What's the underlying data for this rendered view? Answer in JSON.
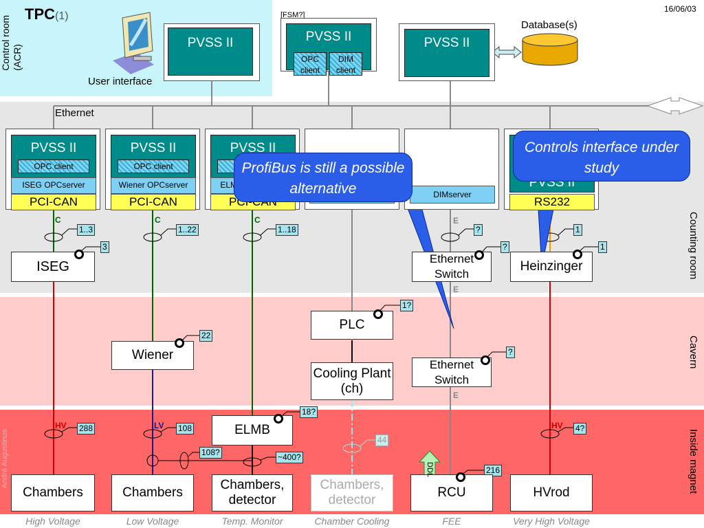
{
  "header": {
    "title": "TPC",
    "title_suffix": "(1)",
    "date": "16/06/03"
  },
  "zones": {
    "control_room": "Control room\n(ACR)",
    "counting_room": "Counting room",
    "cavern": "Cavern",
    "inside_magnet": "Inside magnet"
  },
  "top": {
    "user_interface": "User interface",
    "fsm": "[FSM?]",
    "pvss": "PVSS II",
    "opc_client_short": "OPC client",
    "dim_client": "DIM client",
    "database": "Database(s)",
    "ethernet": "Ethernet"
  },
  "crates": [
    {
      "pvss": "PVSS II",
      "opc": "OPC client",
      "server": "ISEG OPCserver",
      "bus": "PCI-CAN"
    },
    {
      "pvss": "PVSS II",
      "opc": "OPC client",
      "server": "Wiener OPCserver",
      "bus": "PCI-CAN"
    },
    {
      "pvss": "PVSS II",
      "opc": "OPC client",
      "server": "ELMB OPCserver",
      "bus": "PCI-CAN"
    },
    {
      "server": "DIMserver"
    },
    {
      "pvss": "PVSS II",
      "bus": "RS232"
    }
  ],
  "links": {
    "c": "C",
    "e": "E",
    "hv": "HV",
    "lv": "LV"
  },
  "counts": {
    "iseg_link": "1..3",
    "iseg_dev": "3",
    "wiener_link": "1..22",
    "wiener_dev": "22",
    "elmb_link": "1..18",
    "elmb_dev": "18?",
    "plc_dev": "1?",
    "eth_link": "?",
    "eth_sw1": "?",
    "eth_sw2": "?",
    "heinz_link": "1",
    "heinz_dev": "1",
    "hv_cables": "288",
    "lv_cables": "108",
    "lv_sub": "108?",
    "elmb_sensors": "~400?",
    "cool_cnt": "44",
    "rcu_dev": "216",
    "vhv": "4?"
  },
  "devices": {
    "iseg": "ISEG",
    "eth_switch": "Ethernet Switch",
    "heinzinger": "Heinzinger",
    "plc": "PLC",
    "wiener": "Wiener",
    "cooling": "Cooling Plant (ch)",
    "elmb": "ELMB",
    "chambers": "Chambers",
    "chambers_detector": "Chambers, detector",
    "rcu": "RCU",
    "hvrod": "HVrod",
    "ddl": "DDL"
  },
  "callouts": {
    "profibus": "ProfiBus is still a possible alternative",
    "controls": "Controls interface under study"
  },
  "bottom_labels": [
    "High Voltage",
    "Low Voltage",
    "Temp. Monitor",
    "Chamber Cooling",
    "FEE",
    "Very High Voltage"
  ],
  "author": "André Augustinus",
  "colors": {
    "pvss": "#008b8b",
    "control_room": "#c8f5fa",
    "counting": "#e6e6e6",
    "cavern": "#ffcccc",
    "magnet": "#ff6666",
    "callout": "#2a5ee8"
  }
}
